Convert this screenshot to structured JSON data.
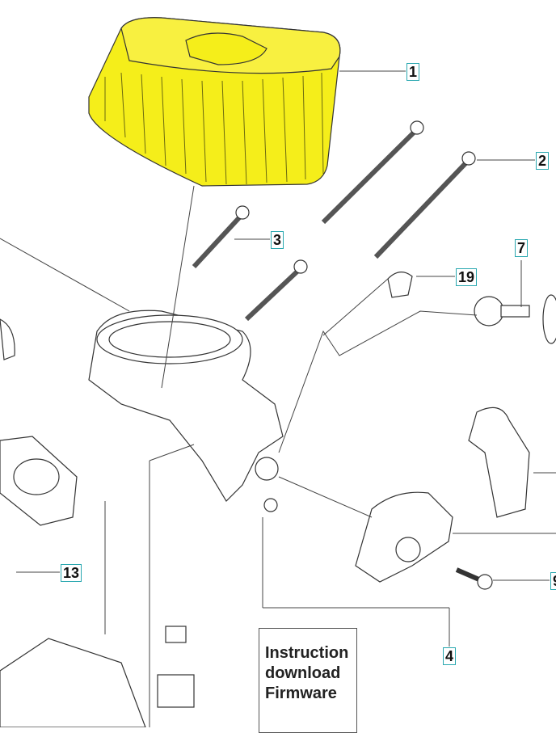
{
  "callouts": {
    "c1": "1",
    "c2": "2",
    "c3": "3",
    "c19": "19",
    "c7": "7",
    "c13": "13",
    "c4": "4",
    "c9": "9"
  },
  "note": {
    "line1": "Instruction",
    "line2": "download",
    "line3": "Firmware"
  },
  "colors": {
    "filter": "#f5ee1a",
    "callout_border": "#2aa8b0"
  }
}
